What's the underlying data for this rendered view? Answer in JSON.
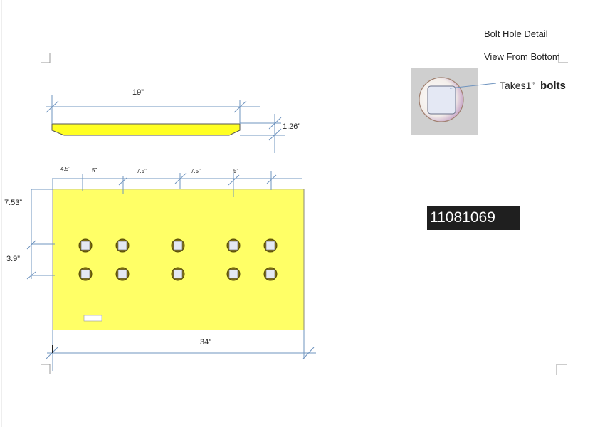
{
  "detail": {
    "title": "Bolt Hole Detail",
    "subtitle": "View From Bottom",
    "bolt_note_prefix": "Takes1”",
    "bolt_note_suffix": "bolts"
  },
  "side_view": {
    "length": "19”",
    "thickness": "1.26”"
  },
  "plan_view": {
    "spacings": [
      "4.5”",
      "5”",
      "7.5”",
      "7.5”",
      "5”"
    ],
    "top_offset": "7.53”",
    "row_spacing": "3.9”",
    "width": "34”",
    "hole_rows": 2,
    "holes_per_row": 5
  },
  "part_number": "11081069",
  "colors": {
    "plate": "#ffff55",
    "dimension": "#6f94bf",
    "part_bg": "#1f1f1f"
  }
}
